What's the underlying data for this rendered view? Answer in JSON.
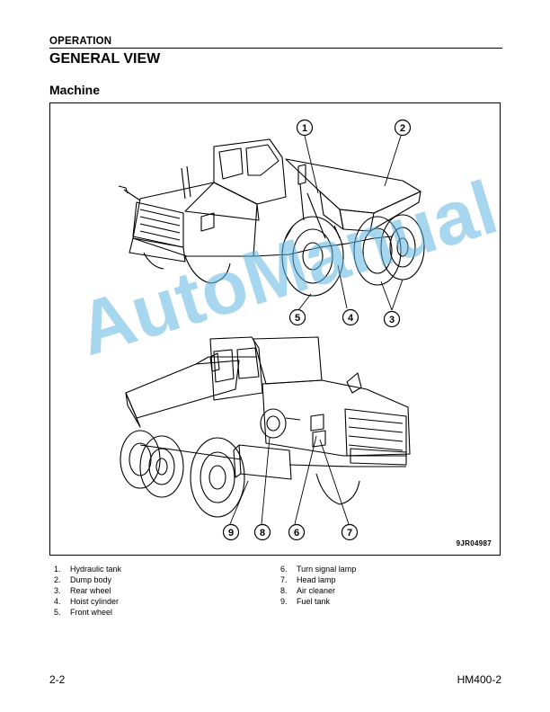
{
  "header": {
    "section": "OPERATION",
    "title": "GENERAL VIEW",
    "subtitle": "Machine"
  },
  "figure": {
    "code": "9JR04987",
    "callouts": [
      "1",
      "2",
      "3",
      "4",
      "5",
      "6",
      "7",
      "8",
      "9"
    ],
    "watermark": "AutoManual"
  },
  "legend": {
    "left": [
      {
        "num": "1.",
        "label": "Hydraulic tank"
      },
      {
        "num": "2.",
        "label": "Dump body"
      },
      {
        "num": "3.",
        "label": "Rear wheel"
      },
      {
        "num": "4.",
        "label": "Hoist cylinder"
      },
      {
        "num": "5.",
        "label": "Front wheel"
      }
    ],
    "right": [
      {
        "num": "6.",
        "label": "Turn signal lamp"
      },
      {
        "num": "7.",
        "label": "Head lamp"
      },
      {
        "num": "8.",
        "label": "Air cleaner"
      },
      {
        "num": "9.",
        "label": "Fuel tank"
      }
    ]
  },
  "footer": {
    "page": "2-2",
    "model": "HM400-2"
  },
  "colors": {
    "watermark": "#5fb4e1",
    "ink": "#000000"
  }
}
